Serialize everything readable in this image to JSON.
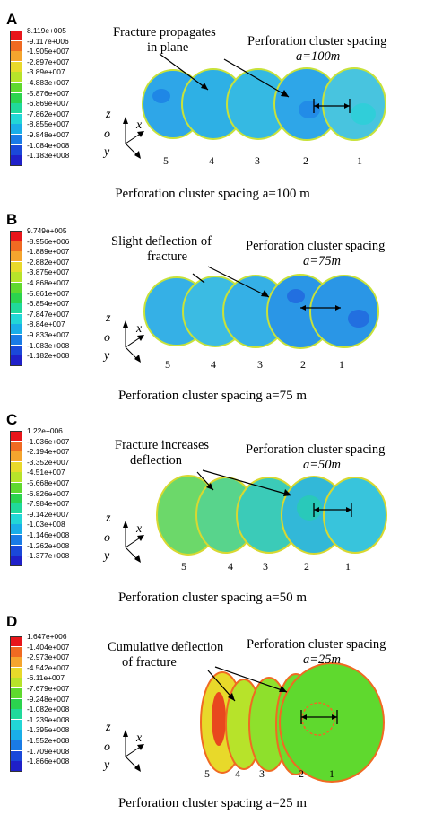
{
  "panels": [
    {
      "label": "A",
      "legend": [
        "8.119e+005",
        "-9.117e+006",
        "-1.905e+007",
        "-2.897e+007",
        "-3.89e+007",
        "-4.883e+007",
        "-5.876e+007",
        "-6.869e+007",
        "-7.862e+007",
        "-8.855e+007",
        "-9.848e+007",
        "-1.084e+008",
        "-1.183e+008"
      ],
      "annotation_left": [
        "Fracture propagates",
        "in plane"
      ],
      "annotation_right": [
        "Perforation cluster spacing",
        "a=100m"
      ],
      "caption": "Perforation cluster spacing a=100 m",
      "cluster_numbers": [
        "5",
        "4",
        "3",
        "2",
        "1"
      ]
    },
    {
      "label": "B",
      "legend": [
        "9.749e+005",
        "-8.956e+006",
        "-1.889e+007",
        "-2.882e+007",
        "-3.875e+007",
        "-4.868e+007",
        "-5.861e+007",
        "-6.854e+007",
        "-7.847e+007",
        "-8.84e+007",
        "-9.833e+007",
        "-1.083e+008",
        "-1.182e+008"
      ],
      "annotation_left": [
        "Slight deflection of",
        "fracture"
      ],
      "annotation_right": [
        "Perforation cluster spacing",
        "a=75m"
      ],
      "caption": "Perforation cluster spacing a=75 m",
      "cluster_numbers": [
        "5",
        "4",
        "3",
        "2",
        "1"
      ]
    },
    {
      "label": "C",
      "legend": [
        "1.22e+006",
        "-1.036e+007",
        "-2.194e+007",
        "-3.352e+007",
        "-4.51e+007",
        "-5.668e+007",
        "-6.826e+007",
        "-7.984e+007",
        "-9.142e+007",
        "-1.03e+008",
        "-1.146e+008",
        "-1.262e+008",
        "-1.377e+008"
      ],
      "annotation_left": [
        "Fracture increases",
        "deflection"
      ],
      "annotation_right": [
        "Perforation cluster spacing",
        "a=50m"
      ],
      "caption": "Perforation cluster spacing a=50 m",
      "cluster_numbers": [
        "5",
        "4",
        "3",
        "2",
        "1"
      ]
    },
    {
      "label": "D",
      "legend": [
        "1.647e+006",
        "-1.404e+007",
        "-2.973e+007",
        "-4.542e+007",
        "-6.11e+007",
        "-7.679e+007",
        "-9.248e+007",
        "-1.082e+008",
        "-1.239e+008",
        "-1.395e+008",
        "-1.552e+008",
        "-1.709e+008",
        "-1.866e+008"
      ],
      "annotation_left": [
        "Cumulative deflection",
        "of fracture"
      ],
      "annotation_right": [
        "Perforation cluster spacing",
        "a=25m"
      ],
      "caption": "Perforation cluster spacing a=25 m",
      "cluster_numbers": [
        "5",
        "4",
        "3",
        "2",
        "1"
      ]
    }
  ],
  "axes": {
    "z": "z",
    "x": "x",
    "o": "o",
    "y": "y"
  },
  "legend_colors": [
    "#e8161b",
    "#f06a22",
    "#f5a52e",
    "#e8d92a",
    "#b7e32a",
    "#5fd92e",
    "#2bd34e",
    "#20d99b",
    "#22d6d6",
    "#1aaee8",
    "#1a7be6",
    "#1a48d9",
    "#1f20c9"
  ]
}
